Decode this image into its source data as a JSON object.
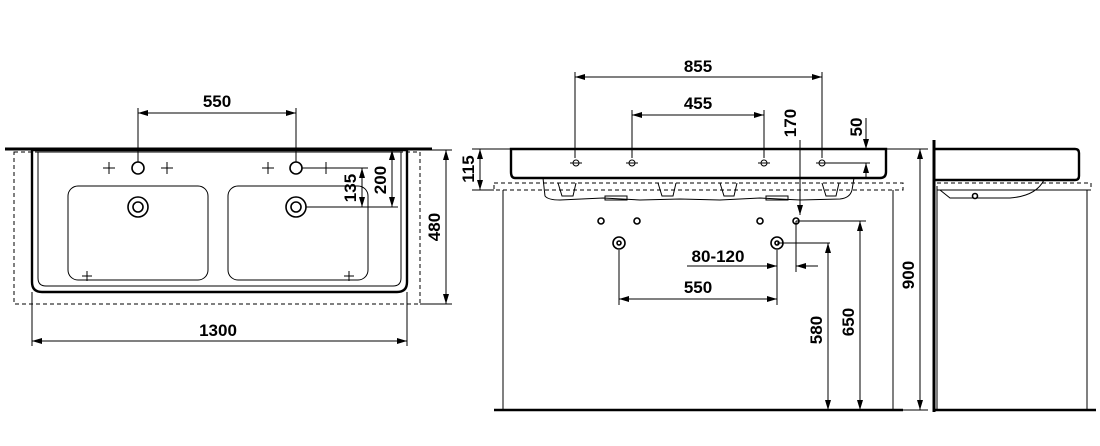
{
  "dimensions": {
    "tap_spacing_top": "550",
    "overall_width": "1300",
    "depth_right": "480",
    "tap_to_drain": "135",
    "tap_to_back": "200",
    "side_tap_span": "855",
    "side_inner_span": "455",
    "side_170": "170",
    "side_50": "50",
    "rim_height": "115",
    "trap_offset": "80-120",
    "trap_spacing": "550",
    "height_580": "580",
    "height_650": "650",
    "total_height": "900"
  }
}
